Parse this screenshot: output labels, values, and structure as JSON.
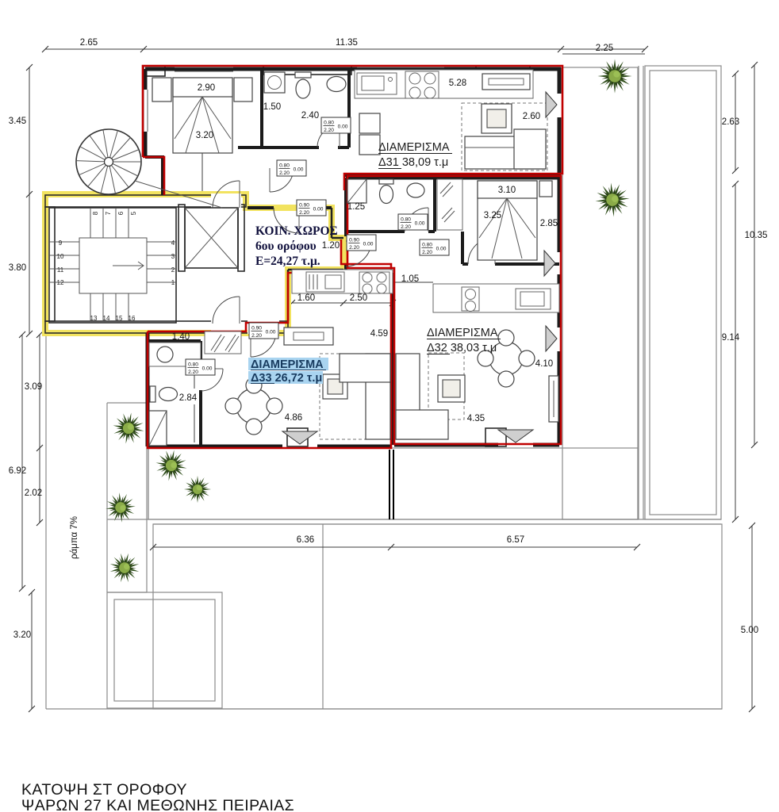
{
  "title_block": {
    "line1": "ΚΑΤΟΨΗ ΣΤ ΟΡΟΦΟΥ",
    "line2": "ΨΑΡΩΝ 27 ΚΑΙ ΜΕΘΩΝΗΣ ΠΕΙΡΑΙΑΣ"
  },
  "apartments": {
    "d31_label": "ΔΙΑΜΕΡΙΣΜΑ",
    "d31_area": "Δ31 38,09 τ.μ",
    "d32_label": "ΔΙΑΜΕΡΙΣΜΑ",
    "d32_area": "Δ32 38,03 τ.μ",
    "d33_label": "ΔΙΑΜΕΡΙΣΜΑ",
    "d33_area": "Δ33 26,72 τ.μ"
  },
  "common_area": {
    "line1": "ΚΟΙΝ. ΧΩΡΟΣ",
    "line2": "6ου ορόφου",
    "line3": "Ε=24,27 τ.μ."
  },
  "ramp_label": "ράμπα 7%",
  "dims": {
    "top_left": "2.65",
    "top_main": "11.35",
    "top_right": "2.25",
    "left_a": "3.45",
    "left_b": "3.80",
    "left_c": "3.09",
    "left_d": "6.92",
    "left_e": "2.02",
    "left_f": "3.20",
    "right_a": "2.63",
    "right_b": "10.35",
    "right_c": "9.14",
    "right_d": "5.00",
    "bottom_a": "6.36",
    "bottom_b": "6.57",
    "bed31_w": "2.90",
    "bed31_l": "3.20",
    "bath31_w": "1.50",
    "bath31_l": "2.40",
    "kitchen31": "5.28",
    "living31": "2.60",
    "bath32": "1.25",
    "bed32_w": "3.10",
    "bed32_l": "3.25",
    "room32": "2.85",
    "entry": "1.20",
    "hall32": "1.05",
    "kit33_a": "1.60",
    "kit33_b": "2.50",
    "living33_h": "4.59",
    "bath33_w": "1.40",
    "bath33_l": "2.84",
    "living33_w": "4.86",
    "living32_w": "4.35",
    "living32_h": "4.10"
  },
  "door_specs": {
    "w_080": "0.80",
    "w_090": "0.90",
    "height": "2.20",
    "level": "0.00"
  },
  "stairs": {
    "numbers": [
      "1",
      "2",
      "3",
      "4",
      "5",
      "6",
      "7",
      "8",
      "9",
      "10",
      "11",
      "12",
      "13",
      "14",
      "15",
      "16"
    ]
  },
  "colors": {
    "apartment_outline": "#c00000",
    "common_outline": "#f2e35f",
    "highlight_blue": "#a9d4f0",
    "tree_dark": "#33511f",
    "tree_darker": "#243a10",
    "tree_light": "#8aab48"
  }
}
